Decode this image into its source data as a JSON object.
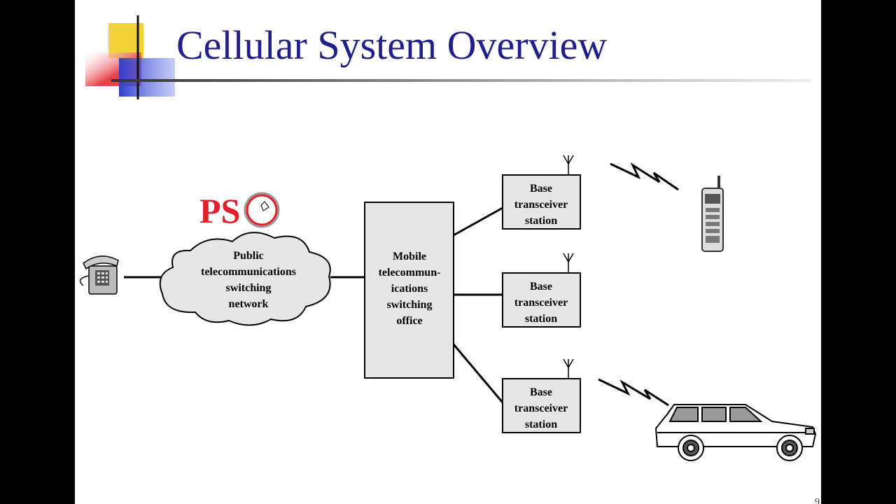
{
  "slide": {
    "title": "Cellular System Overview",
    "page_number": "9"
  },
  "annotation": {
    "handwritten": "PS"
  },
  "diagram": {
    "pstn": [
      "Public",
      "telecommunications",
      "switching",
      "network"
    ],
    "mtso": [
      "Mobile",
      "telecommun-",
      "ications",
      "switching",
      "office"
    ],
    "bts": [
      [
        "Base",
        "transceiver",
        "station"
      ],
      [
        "Base",
        "transceiver",
        "station"
      ],
      [
        "Base",
        "transceiver",
        "station"
      ]
    ]
  },
  "colors": {
    "title": "#1f1f8c",
    "box_fill": "#e6e6e6",
    "annotation": "#e0202a",
    "deco_yellow": "#f3d23a",
    "deco_red": "#e8404a",
    "deco_blue": "#2f3fd0"
  }
}
